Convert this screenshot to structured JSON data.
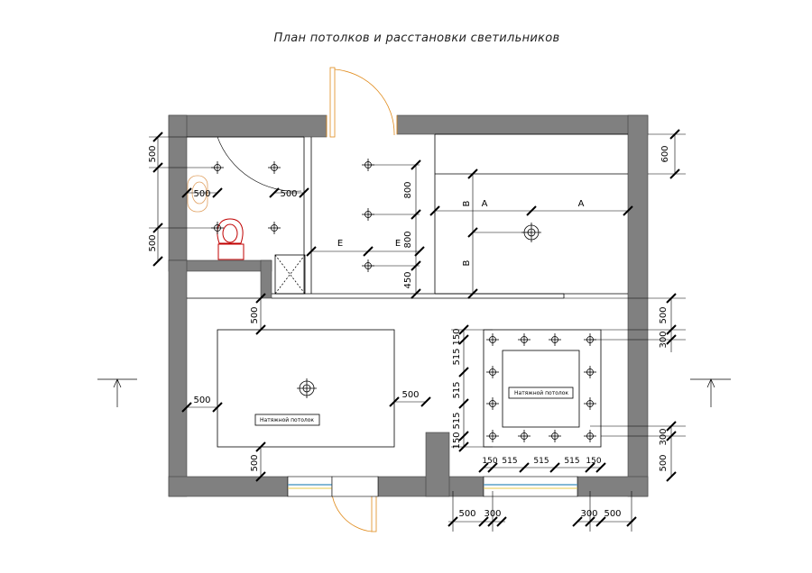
{
  "title": "План потолков и расстановки светильников",
  "labels": {
    "stretch_ceiling_1": "Натяжной потолок",
    "stretch_ceiling_2": "Натяжной потолок"
  },
  "dimensions": {
    "bath_top": "500",
    "bath_mid": "500",
    "bath_sink": "500",
    "bath_light": "500",
    "hall_v1": "800",
    "hall_v2": "800",
    "hall_v3": "450",
    "hall_letter_1": "Е",
    "hall_letter_2": "Е",
    "kit_letter_b1": "В",
    "kit_letter_b2": "В",
    "kit_letter_a1": "А",
    "kit_letter_a2": "А",
    "kit_right": "600",
    "liv_top": "500",
    "liv_left": "500",
    "liv_right": "500",
    "liv_bottom": "500",
    "r2_left_1": "150",
    "r2_left_2": "515",
    "r2_left_3": "515",
    "r2_left_4": "515",
    "r2_left_5": "150",
    "r2_right_top_1": "500",
    "r2_right_top_2": "300",
    "r2_right_bot_1": "300",
    "r2_right_bot_2": "500",
    "r2_bot_1": "150",
    "r2_bot_2": "515",
    "r2_bot_3": "515",
    "r2_bot_4": "515",
    "r2_bot_5": "150",
    "win_left_1": "500",
    "win_left_2": "300",
    "win_right_1": "300",
    "win_right_2": "500"
  },
  "colors": {
    "wall": "#808080",
    "door": "#e08a1a",
    "window": "#5aa0c8",
    "toilet": "#c00000",
    "sink": "#e0a060"
  }
}
